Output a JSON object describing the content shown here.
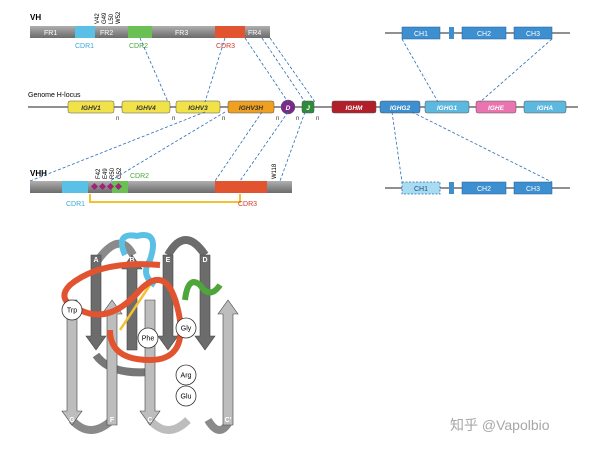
{
  "rows": {
    "vh_title": "VH",
    "vhh_title": "VHH",
    "locus_title": "Genome H-locus"
  },
  "vh": {
    "fr1": "FR1",
    "fr2": "FR2",
    "fr3": "FR3",
    "fr4": "FR4",
    "cdr1": "CDR1",
    "cdr2": "CDR2",
    "cdr3": "CDR3",
    "res1": "V42",
    "res2": "G49",
    "res3": "L50",
    "res4": "W52"
  },
  "constant_vh": {
    "ch1": "CH1",
    "ch2": "CH2",
    "ch3": "CH3"
  },
  "locus": {
    "genes": [
      "IGHV1",
      "IGHV4",
      "IGHV3",
      "IGHV3H",
      "D",
      "J",
      "IGHM",
      "IGHG2",
      "IGHG1",
      "IGHE",
      "IGHA"
    ],
    "n_mark": "n"
  },
  "vhh": {
    "cdr1": "CDR1",
    "cdr2": "CDR2",
    "cdr3": "CDR3",
    "res1": "F42",
    "res2": "E49",
    "res3": "R50",
    "res4": "G52",
    "res5": "W118"
  },
  "constant_vhh": {
    "ch1": "CH1",
    "ch2": "CH2",
    "ch3": "CH3"
  },
  "fold": {
    "strands": [
      "A",
      "B",
      "E",
      "D",
      "G",
      "F",
      "C",
      "C'"
    ],
    "residues": [
      "Trp",
      "Phe",
      "Gly",
      "Arg",
      "Glu"
    ]
  },
  "watermark": "知乎 @Vapolbio",
  "colors": {
    "frame": "#8a8a8a",
    "cdr1": "#5bc0e6",
    "cdr2": "#6abf55",
    "cdr3": "#e2532f",
    "v_gene": "#f2e24a",
    "v3h_gene": "#f0a020",
    "d_gene": "#7a2a8a",
    "j_gene": "#2e8b3a",
    "ighm": "#b01f2a",
    "ighg": "#3d8fd0",
    "ighe": "#ea74b0",
    "iga": "#5db8e0",
    "link": "#2a6db5"
  }
}
